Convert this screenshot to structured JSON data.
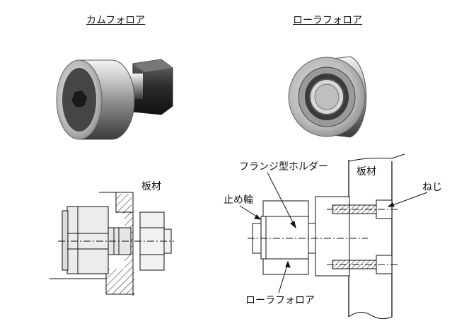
{
  "titles": {
    "cam_follower": "カムフォロア",
    "roller_follower": "ローラフォロア"
  },
  "labels": {
    "plate_left": "板材",
    "flange_holder": "フランジ型ホルダー",
    "plate_right": "板材",
    "screw": "ねじ",
    "retaining_ring": "止め輪",
    "roller_follower_bottom": "ローラフォロア"
  }
}
